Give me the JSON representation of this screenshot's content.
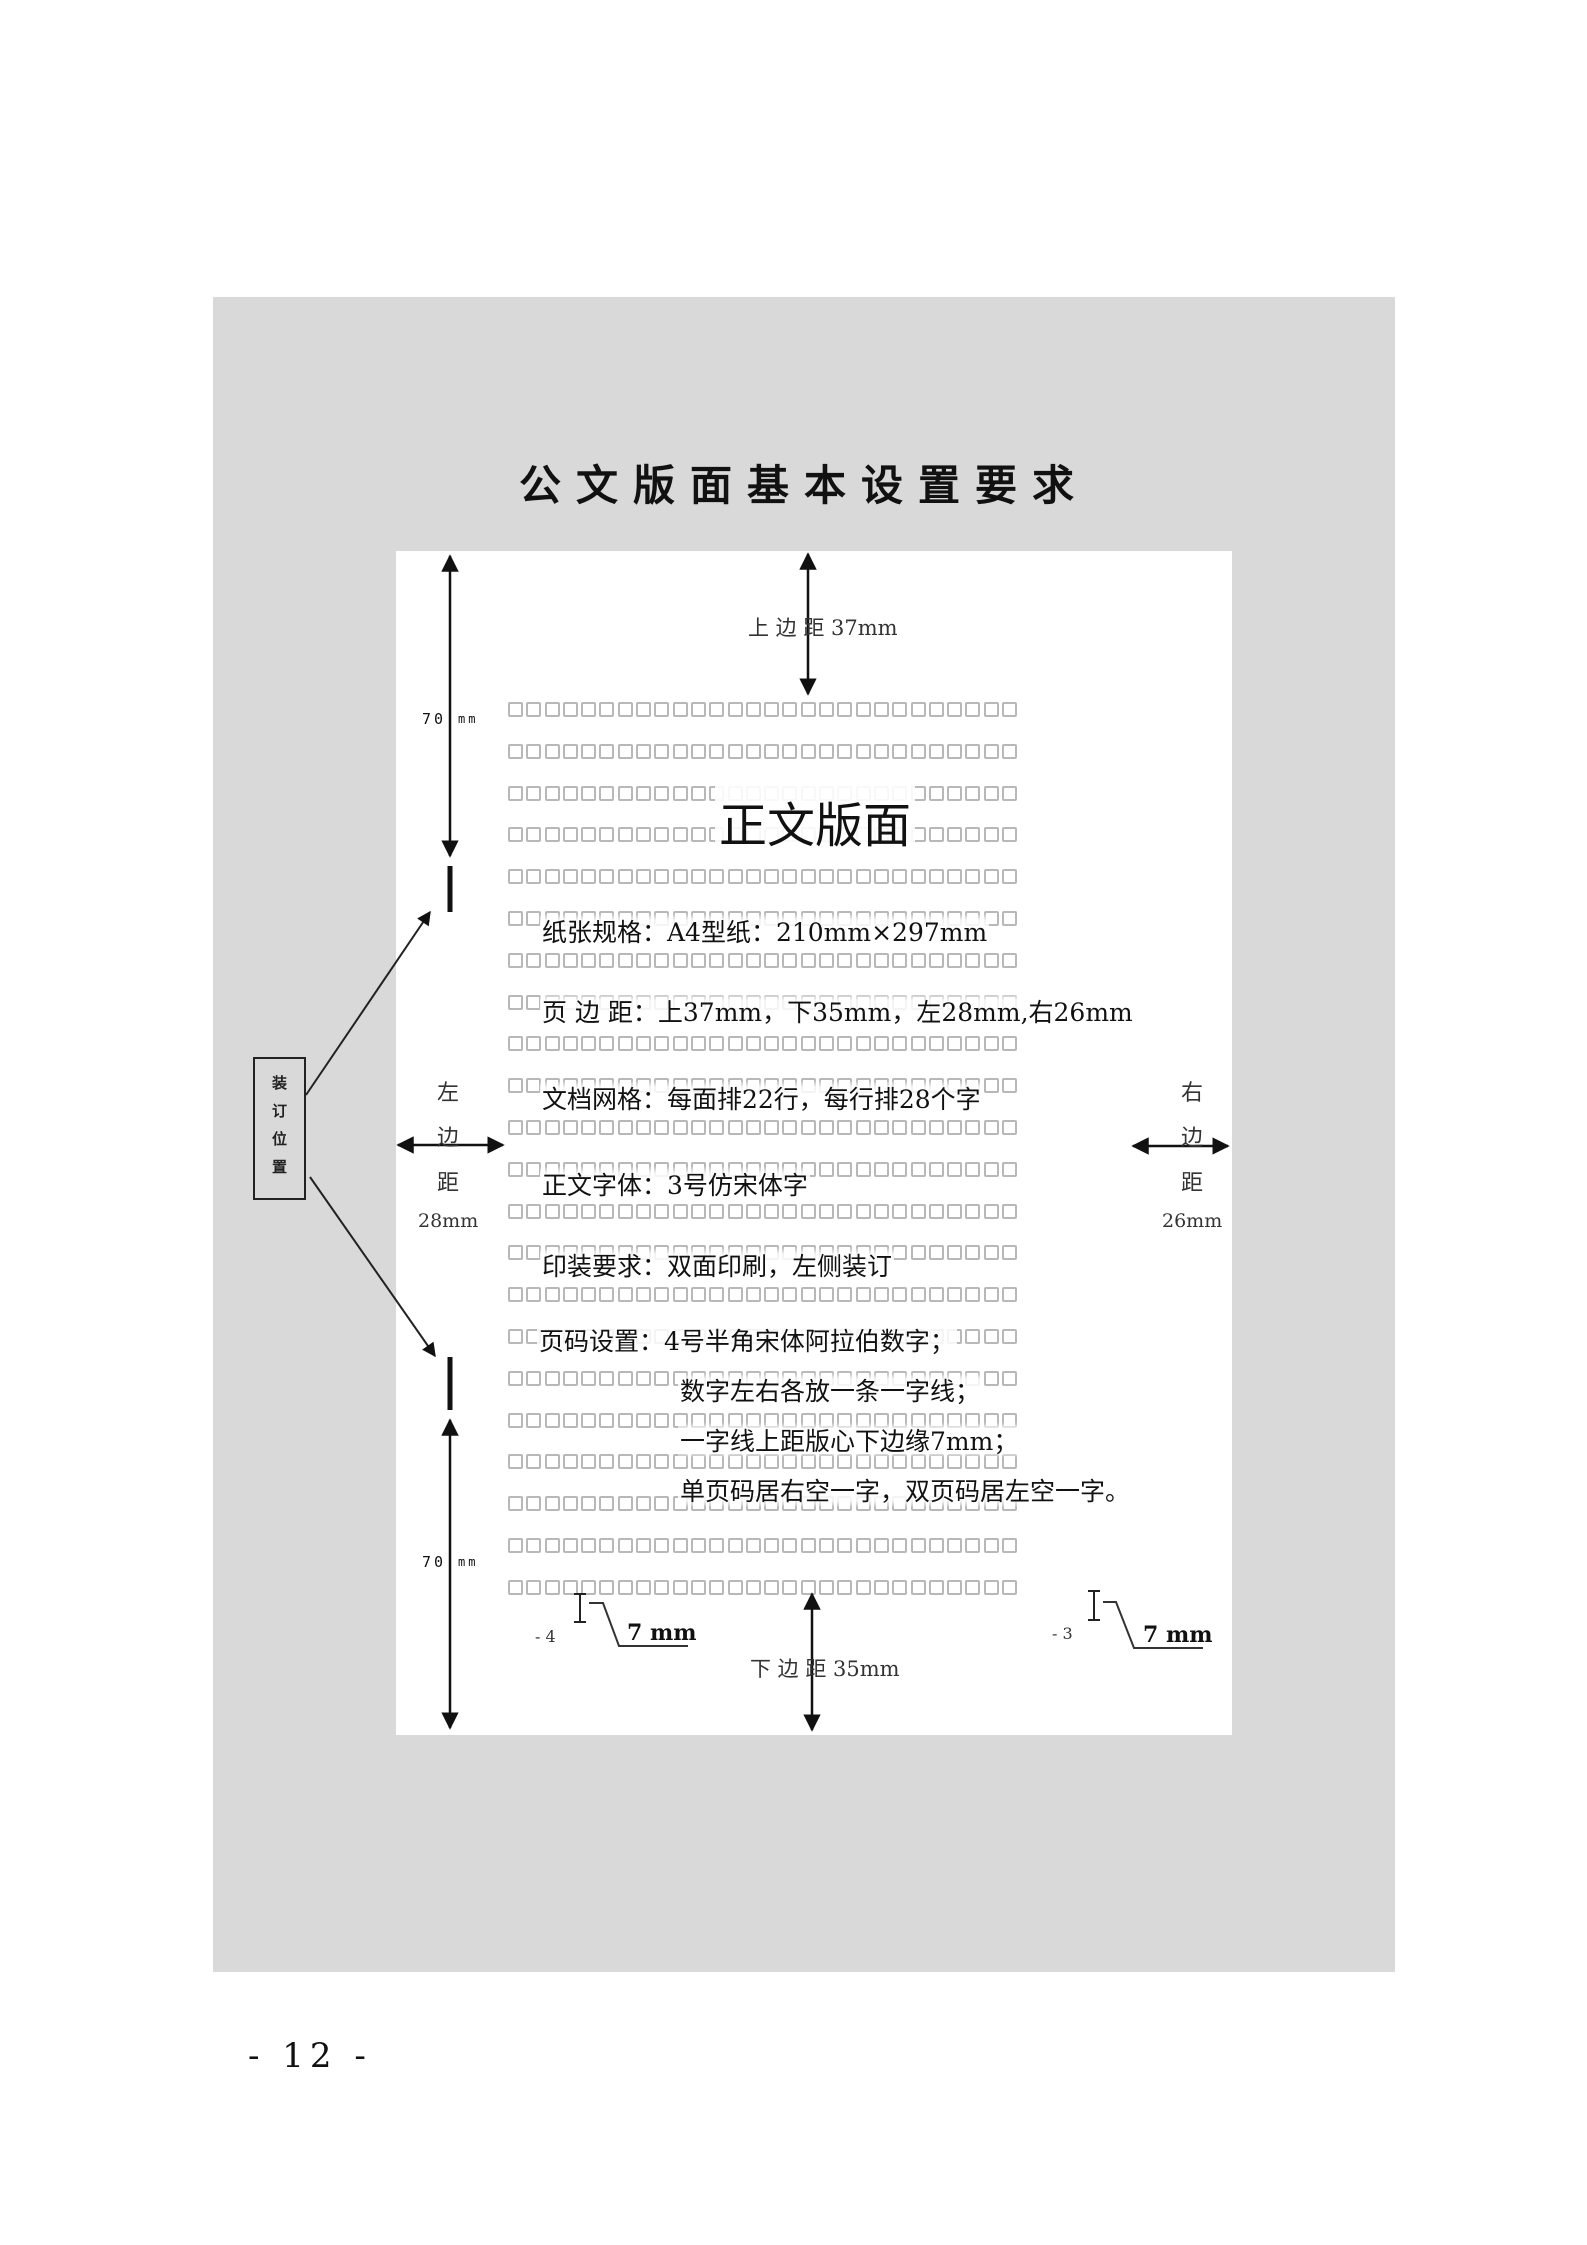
{
  "document": {
    "title": "公文版面基本设置要求",
    "page_number": "- 12 -",
    "colors": {
      "panel_gray": "#d9d9d9",
      "page_white": "#ffffff",
      "grid_gray": "#b8b8b8",
      "ink": "#111111"
    }
  },
  "diagram": {
    "body_area_title": "正文版面",
    "grid": {
      "rows": 22,
      "columns": 28
    },
    "margins": {
      "top": "上 边 距 37mm",
      "bottom": "下 边 距 35mm",
      "left": {
        "chars": [
          "左",
          "边",
          "距"
        ],
        "value": "28mm"
      },
      "right": {
        "chars": [
          "右",
          "边",
          "距"
        ],
        "value": "26mm"
      }
    },
    "binding": {
      "chars": [
        "装",
        "订",
        "位",
        "置"
      ],
      "top_distance": {
        "value": "70",
        "unit": "mm"
      },
      "bottom_distance": {
        "value": "70",
        "unit": "mm"
      }
    },
    "page_number_marks": {
      "left": {
        "label": "- 4",
        "distance": "7 mm"
      },
      "right": {
        "label": "- 3",
        "distance": "7 mm"
      }
    },
    "spec_lines": [
      "纸张规格：A4型纸：210mm×297mm",
      "页 边 距：上37mm，下35mm，左28mm,右26mm",
      "文档网格：每面排22行，每行排28个字",
      "正文字体：3号仿宋体字",
      "印装要求：双面印刷，左侧装订",
      "页码设置：4号半角宋体阿拉伯数字；",
      "数字左右各放一条一字线；",
      "一字线上距版心下边缘7mm；",
      "单页码居右空一字，双页码居左空一字。"
    ]
  }
}
